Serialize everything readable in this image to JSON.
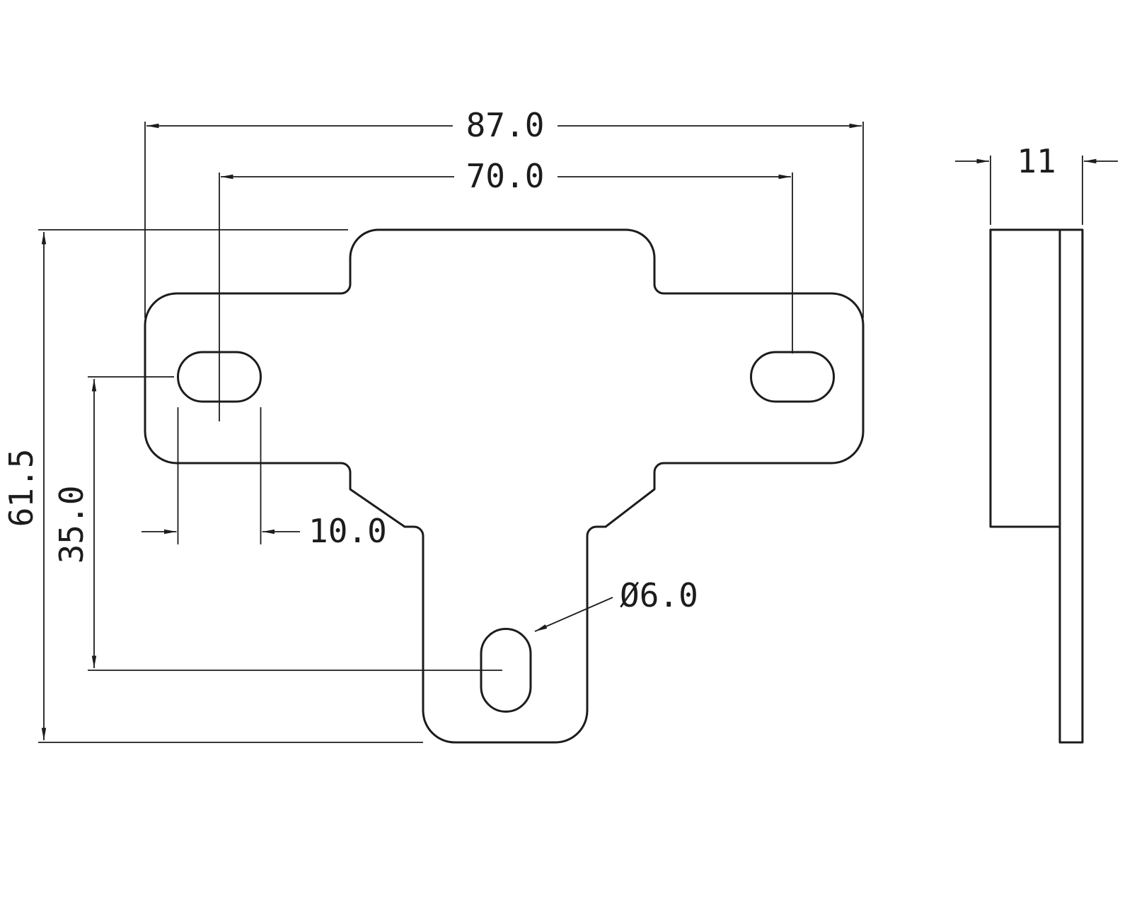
{
  "drawing_type": "engineering-dimension-drawing",
  "part": "sheet-metal-mounting-bracket",
  "colors": {
    "line": "#1c1c1c",
    "background": "#ffffff"
  },
  "front_view": {
    "dim_overall_width": "87.0",
    "dim_hole_center_spacing": "70.0",
    "dim_overall_height": "61.5",
    "dim_hole_vertical_spacing": "35.0",
    "dim_slot_length": "10.0",
    "callout_hole_diameter": "Ø6.0"
  },
  "side_view": {
    "dim_thickness": "11"
  }
}
